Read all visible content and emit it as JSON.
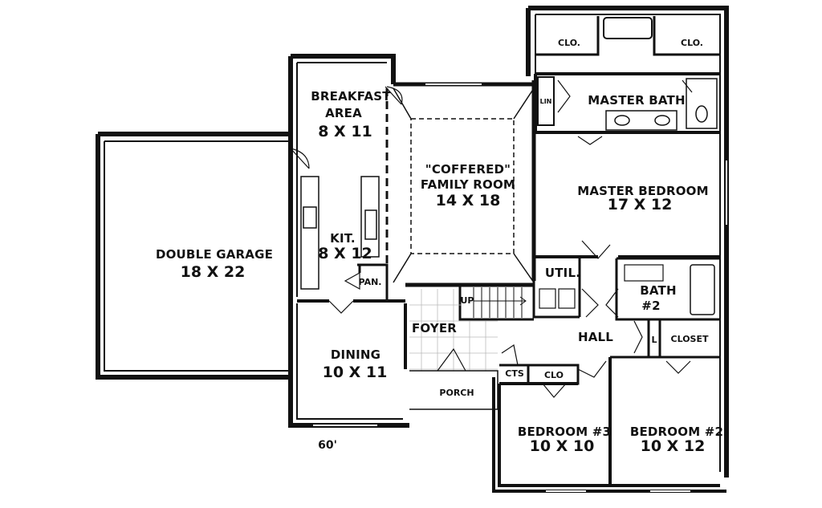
{
  "plan": {
    "overall_width": "60'",
    "rooms": {
      "breakfast": {
        "name_line1": "BREAKFAST",
        "name_line2": "AREA",
        "dims": "8 X 11"
      },
      "family": {
        "name_line1": "\"COFFERED\"",
        "name_line2": "FAMILY ROOM",
        "dims": "14 X 18"
      },
      "garage": {
        "name": "DOUBLE GARAGE",
        "dims": "18 X 22"
      },
      "kitchen": {
        "name": "KIT.",
        "dims": "8 X 12"
      },
      "pantry": {
        "name": "PAN."
      },
      "dining": {
        "name": "DINING",
        "dims": "10 X 11"
      },
      "foyer": {
        "name": "FOYER"
      },
      "porch": {
        "name": "PORCH"
      },
      "master_bath": {
        "name": "MASTER BATH"
      },
      "master_bedroom": {
        "name": "MASTER BEDROOM",
        "dims": "17 X 12"
      },
      "utility": {
        "name": "UTIL."
      },
      "bath2": {
        "name_line1": "BATH",
        "name_line2": "#2"
      },
      "hall": {
        "name": "HALL"
      },
      "closet": {
        "name": "CLOSET"
      },
      "bedroom3": {
        "name": "BEDROOM #3",
        "dims": "10 X 10"
      },
      "bedroom2": {
        "name": "BEDROOM #2",
        "dims": "10 X 12"
      }
    },
    "small_labels": {
      "clo_left": "CLO.",
      "clo_right": "CLO.",
      "clo_hall": "CLO",
      "cts": "CTS",
      "lin": "LIN",
      "l": "L",
      "stairs_up": "UP"
    }
  }
}
